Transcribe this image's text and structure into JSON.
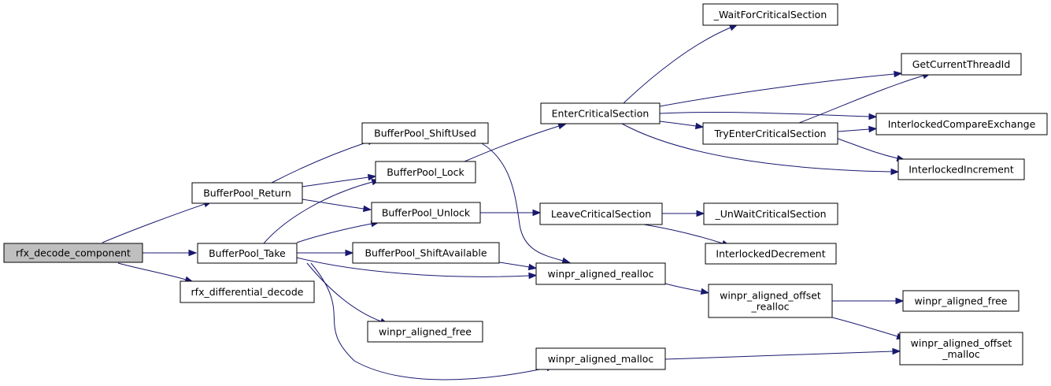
{
  "graph": {
    "root_fill": "#bfbfbf",
    "node_fill": "#ffffff",
    "border_color": "#000000",
    "edge_color": "#191970",
    "nodes": {
      "rfx_decode_component": [
        "rfx_decode_component"
      ],
      "rfx_differential_decode": [
        "rfx_differential_decode"
      ],
      "BufferPool_Return": [
        "BufferPool_Return"
      ],
      "BufferPool_Take": [
        "BufferPool_Take"
      ],
      "BufferPool_ShiftUsed": [
        "BufferPool_ShiftUsed"
      ],
      "BufferPool_Lock": [
        "BufferPool_Lock"
      ],
      "BufferPool_Unlock": [
        "BufferPool_Unlock"
      ],
      "BufferPool_ShiftAvailable": [
        "BufferPool_ShiftAvailable"
      ],
      "winpr_aligned_free_1": [
        "winpr_aligned_free"
      ],
      "winpr_aligned_realloc": [
        "winpr_aligned_realloc"
      ],
      "winpr_aligned_malloc": [
        "winpr_aligned_malloc"
      ],
      "EnterCriticalSection": [
        "EnterCriticalSection"
      ],
      "LeaveCriticalSection": [
        "LeaveCriticalSection"
      ],
      "_WaitForCriticalSection": [
        "_WaitForCriticalSection"
      ],
      "TryEnterCriticalSection": [
        "TryEnterCriticalSection"
      ],
      "_UnWaitCriticalSection": [
        "_UnWaitCriticalSection"
      ],
      "InterlockedDecrement": [
        "InterlockedDecrement"
      ],
      "winpr_aligned_offset_realloc": [
        "winpr_aligned_offset",
        "_realloc"
      ],
      "GetCurrentThreadId": [
        "GetCurrentThreadId"
      ],
      "InterlockedCompareExchange": [
        "InterlockedCompareExchange"
      ],
      "InterlockedIncrement": [
        "InterlockedIncrement"
      ],
      "winpr_aligned_free_2": [
        "winpr_aligned_free"
      ],
      "winpr_aligned_offset_malloc": [
        "winpr_aligned_offset",
        "_malloc"
      ]
    },
    "edges": [
      [
        "rfx_decode_component",
        "BufferPool_Return"
      ],
      [
        "rfx_decode_component",
        "BufferPool_Take"
      ],
      [
        "rfx_decode_component",
        "rfx_differential_decode"
      ],
      [
        "BufferPool_Return",
        "BufferPool_ShiftUsed"
      ],
      [
        "BufferPool_Return",
        "BufferPool_Lock"
      ],
      [
        "BufferPool_Return",
        "BufferPool_Unlock"
      ],
      [
        "BufferPool_Take",
        "BufferPool_Lock"
      ],
      [
        "BufferPool_Take",
        "BufferPool_Unlock"
      ],
      [
        "BufferPool_Take",
        "BufferPool_ShiftAvailable"
      ],
      [
        "BufferPool_Take",
        "winpr_aligned_realloc"
      ],
      [
        "BufferPool_Take",
        "winpr_aligned_free_1"
      ],
      [
        "BufferPool_Take",
        "winpr_aligned_malloc"
      ],
      [
        "BufferPool_ShiftUsed",
        "winpr_aligned_realloc"
      ],
      [
        "BufferPool_ShiftAvailable",
        "winpr_aligned_realloc"
      ],
      [
        "BufferPool_Lock",
        "EnterCriticalSection"
      ],
      [
        "BufferPool_Unlock",
        "LeaveCriticalSection"
      ],
      [
        "EnterCriticalSection",
        "_WaitForCriticalSection"
      ],
      [
        "EnterCriticalSection",
        "GetCurrentThreadId"
      ],
      [
        "EnterCriticalSection",
        "InterlockedCompareExchange"
      ],
      [
        "EnterCriticalSection",
        "TryEnterCriticalSection"
      ],
      [
        "EnterCriticalSection",
        "InterlockedIncrement"
      ],
      [
        "TryEnterCriticalSection",
        "GetCurrentThreadId"
      ],
      [
        "TryEnterCriticalSection",
        "InterlockedCompareExchange"
      ],
      [
        "TryEnterCriticalSection",
        "InterlockedIncrement"
      ],
      [
        "LeaveCriticalSection",
        "_UnWaitCriticalSection"
      ],
      [
        "LeaveCriticalSection",
        "InterlockedDecrement"
      ],
      [
        "winpr_aligned_realloc",
        "winpr_aligned_offset_realloc"
      ],
      [
        "winpr_aligned_offset_realloc",
        "winpr_aligned_free_2"
      ],
      [
        "winpr_aligned_offset_realloc",
        "winpr_aligned_offset_malloc"
      ],
      [
        "winpr_aligned_malloc",
        "winpr_aligned_offset_malloc"
      ]
    ]
  }
}
